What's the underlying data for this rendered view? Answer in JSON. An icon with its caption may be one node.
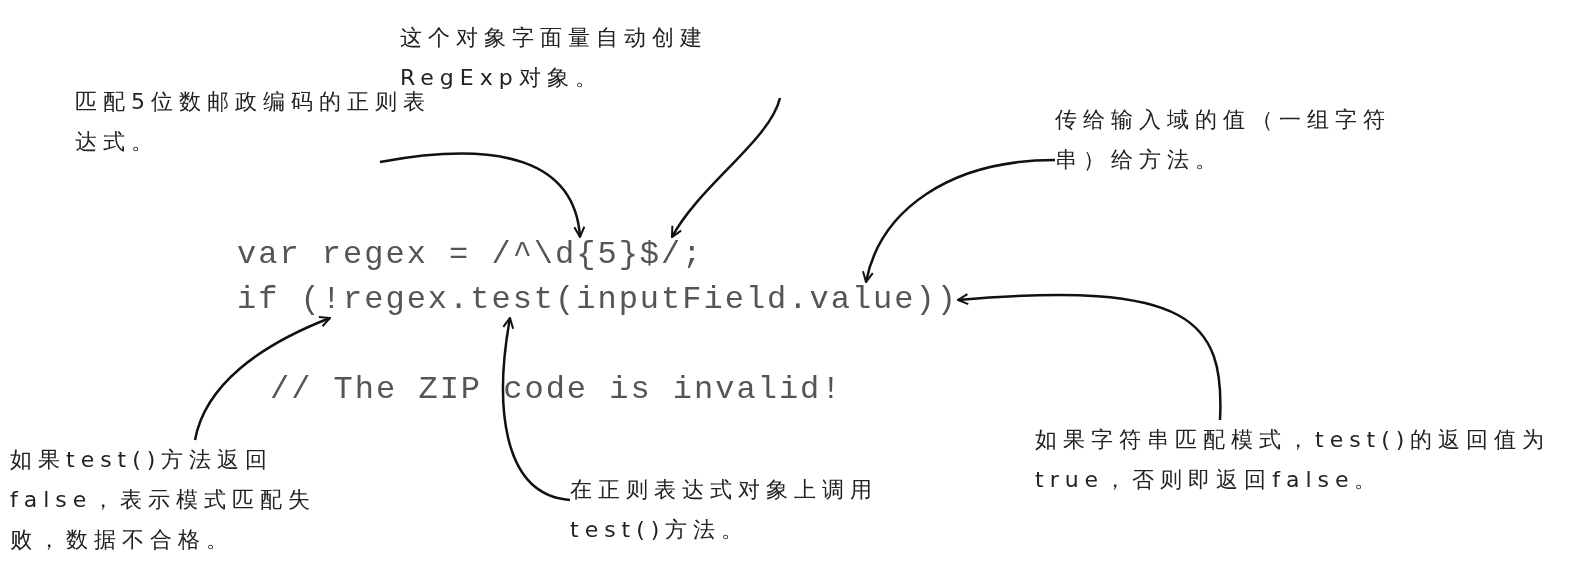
{
  "diagram": {
    "nodes": [
      {
        "text": [
          "匹配5位数邮政编码的正则表达式。"
        ]
      },
      {
        "text": [
          "这个对象字面量自动创建RegExp对象。"
        ]
      },
      {
        "text": [
          "传给输入域的值（一组字符串）给方法。"
        ]
      },
      {
        "text": [
          "var regex = /^\\d{5}$/;"
        ]
      },
      {
        "text": [
          "if (!regex.test(inputField.value))"
        ]
      },
      {
        "text": [
          "如果test()方法返回false，表示模式匹配失败，数据不合格。"
        ]
      },
      {
        "text": [
          "在正则表达式对象上调用test()方法。"
        ]
      },
      {
        "text": [
          "如果字符串匹配模式，test()的返回值为true，否则即返回false。"
        ]
      }
    ],
    "edges": [
      {
        "from": 0,
        "to": 3,
        "arrow": "to"
      },
      {
        "from": 1,
        "to": 3,
        "arrow": "to"
      },
      {
        "from": 2,
        "to": 4,
        "arrow": "to"
      },
      {
        "from": 5,
        "to": 4,
        "arrow": "to"
      },
      {
        "from": 6,
        "to": 4,
        "arrow": "to"
      },
      {
        "from": 7,
        "to": 4,
        "arrow": "to"
      }
    ],
    "labels": [
      "// The ZIP code is invalid!"
    ]
  }
}
